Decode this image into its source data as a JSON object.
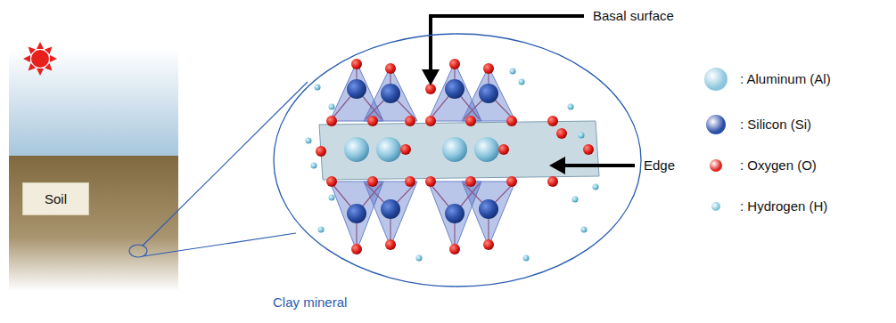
{
  "diagram": {
    "nodes": [
      {
        "text": [
          "Soil"
        ]
      },
      {
        "text": [
          "Clay mineral"
        ]
      }
    ],
    "labels": [
      "Basal surface",
      "Edge"
    ],
    "legend": [
      {
        "text": ": Aluminum (Al)",
        "color": "#8cc6de"
      },
      {
        "text": ": Silicon (Si)",
        "color": "#2a4ea6"
      },
      {
        "text": ": Oxygen (O)",
        "color": "#e0201c"
      },
      {
        "text": ": Hydrogen (H)",
        "color": "#7cc4dc"
      }
    ]
  }
}
